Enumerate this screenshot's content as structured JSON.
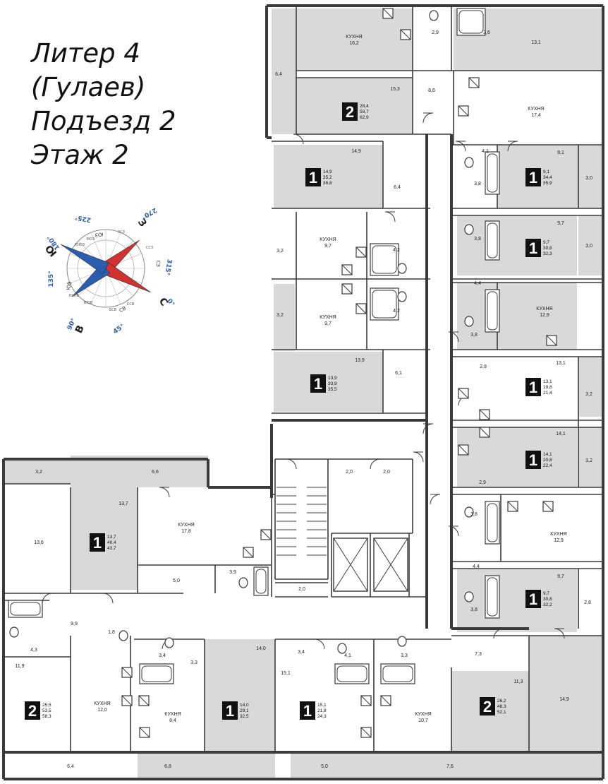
{
  "heading": {
    "line1": "Литер 4",
    "line2": "(Гулаев)",
    "line3": "Подъезд 2",
    "line4": "Этаж 2"
  },
  "compass": {
    "outer_ring": [
      "0°",
      "45°",
      "90°",
      "135°",
      "180°",
      "225°",
      "270°",
      "315°"
    ],
    "cardinals": [
      "С",
      "В",
      "Ю",
      "З"
    ],
    "inner_ring": [
      "СВ",
      "ЮВ",
      "ЮЗ",
      "СЗ"
    ],
    "tiny_ring": [
      "ССВ",
      "ВСВ",
      "ВЮВ",
      "ЮЮВ",
      "ЮЮЗ",
      "ЗЮЗ",
      "ЗСЗ",
      "ССЗ"
    ],
    "colors": {
      "north": "#d1322f",
      "south": "#2a5db0"
    }
  },
  "colors": {
    "wall": "#3a3a3a",
    "room_fill": "#d9d9d9",
    "balcony_fill": "#e8e8e8",
    "badge": "#111111"
  },
  "apartments": [
    {
      "rooms": "2",
      "l1": "28,4",
      "l2": "59,7",
      "l3": "62,9"
    },
    {
      "rooms": "1",
      "l1": "14,9",
      "l2": "35,2",
      "l3": "36,8"
    },
    {
      "rooms": "1",
      "l1": "13,9",
      "l2": "33,9",
      "l3": "35,5"
    },
    {
      "rooms": "1",
      "l1": "9,1",
      "l2": "34,4",
      "l3": "35,9"
    },
    {
      "rooms": "1",
      "l1": "9,7",
      "l2": "30,8",
      "l3": "32,3"
    },
    {
      "rooms": "1",
      "l1": "13,1",
      "l2": "19,8",
      "l3": "21,4"
    },
    {
      "rooms": "1",
      "l1": "14,1",
      "l2": "20,8",
      "l3": "22,4"
    },
    {
      "rooms": "1",
      "l1": "9,7",
      "l2": "30,8",
      "l3": "32,2"
    },
    {
      "rooms": "1",
      "l1": "13,7",
      "l2": "40,4",
      "l3": "43,7"
    },
    {
      "rooms": "2",
      "l1": "25,5",
      "l2": "53,5",
      "l3": "58,3"
    },
    {
      "rooms": "1",
      "l1": "14,0",
      "l2": "29,1",
      "l3": "32,5"
    },
    {
      "rooms": "1",
      "l1": "15,1",
      "l2": "21,8",
      "l3": "24,3"
    },
    {
      "rooms": "2",
      "l1": "26,2",
      "l2": "48,3",
      "l3": "52,1"
    }
  ],
  "rooms": [
    {
      "name": "КУХНЯ",
      "area": "16,2"
    },
    {
      "name": "",
      "area": "2,9"
    },
    {
      "name": "",
      "area": "3,6"
    },
    {
      "name": "",
      "area": "13,1"
    },
    {
      "name": "",
      "area": "6,4"
    },
    {
      "name": "",
      "area": "15,3"
    },
    {
      "name": "",
      "area": "8,6"
    },
    {
      "name": "КУХНЯ",
      "area": "17,4"
    },
    {
      "name": "",
      "area": "14,9"
    },
    {
      "name": "",
      "area": "4,1"
    },
    {
      "name": "",
      "area": "9,1"
    },
    {
      "name": "",
      "area": "3,0"
    },
    {
      "name": "",
      "area": "6,4"
    },
    {
      "name": "",
      "area": "3,8"
    },
    {
      "name": "КУХНЯ",
      "area": "9,7"
    },
    {
      "name": "",
      "area": "3,2"
    },
    {
      "name": "",
      "area": "4,2"
    },
    {
      "name": "",
      "area": "3,8"
    },
    {
      "name": "",
      "area": "9,7"
    },
    {
      "name": "",
      "area": "3,0"
    },
    {
      "name": "КУХНЯ",
      "area": "9,7"
    },
    {
      "name": "",
      "area": "4,2"
    },
    {
      "name": "",
      "area": "3,2"
    },
    {
      "name": "",
      "area": "4,4"
    },
    {
      "name": "КУХНЯ",
      "area": "12,9"
    },
    {
      "name": "",
      "area": "3,8"
    },
    {
      "name": "",
      "area": "13,9"
    },
    {
      "name": "",
      "area": "6,1"
    },
    {
      "name": "",
      "area": "2,9"
    },
    {
      "name": "",
      "area": "13,1"
    },
    {
      "name": "",
      "area": "3,2"
    },
    {
      "name": "",
      "area": "14,1"
    },
    {
      "name": "",
      "area": "3,2"
    },
    {
      "name": "",
      "area": "3,2"
    },
    {
      "name": "",
      "area": "6,6"
    },
    {
      "name": "",
      "area": "2,0"
    },
    {
      "name": "",
      "area": "2,0"
    },
    {
      "name": "",
      "area": "2,9"
    },
    {
      "name": "",
      "area": "13,7"
    },
    {
      "name": "КУХНЯ",
      "area": "17,8"
    },
    {
      "name": "",
      "area": "13,6"
    },
    {
      "name": "",
      "area": "3,8"
    },
    {
      "name": "КУХНЯ",
      "area": "12,9"
    },
    {
      "name": "",
      "area": "3,9"
    },
    {
      "name": "",
      "area": "5,0"
    },
    {
      "name": "",
      "area": "2,0"
    },
    {
      "name": "",
      "area": "4,4"
    },
    {
      "name": "",
      "area": "9,7"
    },
    {
      "name": "",
      "area": "2,8"
    },
    {
      "name": "",
      "area": "3,8"
    },
    {
      "name": "",
      "area": "9,9"
    },
    {
      "name": "",
      "area": "4,3"
    },
    {
      "name": "",
      "area": "1,8"
    },
    {
      "name": "",
      "area": "3,4"
    },
    {
      "name": "",
      "area": "14,0"
    },
    {
      "name": "",
      "area": "3,3"
    },
    {
      "name": "",
      "area": "3,4"
    },
    {
      "name": "",
      "area": "4,1"
    },
    {
      "name": "",
      "area": "3,3"
    },
    {
      "name": "",
      "area": "7,3"
    },
    {
      "name": "",
      "area": "11,9"
    },
    {
      "name": "",
      "area": "15,1"
    },
    {
      "name": "",
      "area": "11,3"
    },
    {
      "name": "КУХНЯ",
      "area": "12,0"
    },
    {
      "name": "КУХНЯ",
      "area": "8,4"
    },
    {
      "name": "КУХНЯ",
      "area": "10,7"
    },
    {
      "name": "",
      "area": "14,9"
    },
    {
      "name": "",
      "area": "6,4"
    },
    {
      "name": "",
      "area": "6,8"
    },
    {
      "name": "",
      "area": "5,0"
    },
    {
      "name": "",
      "area": "7,6"
    }
  ]
}
